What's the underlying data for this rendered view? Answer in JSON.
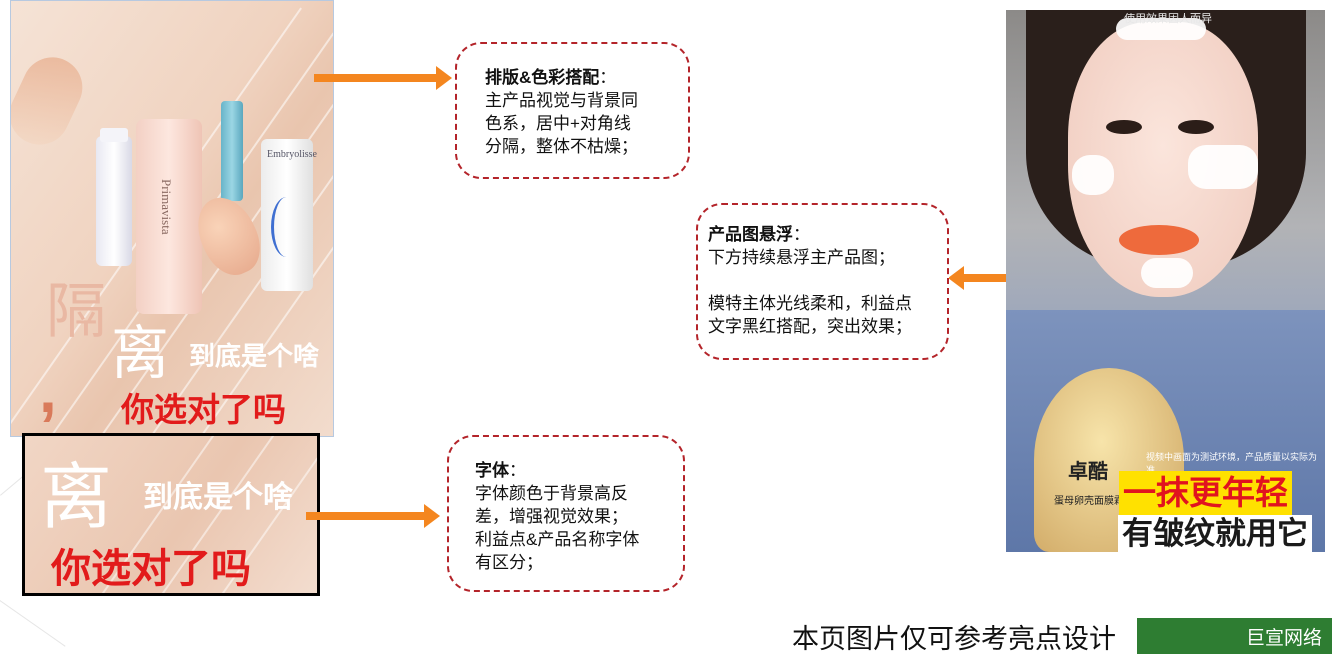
{
  "poster": {
    "char_ge": "隔",
    "char_li": "离",
    "quote_mark": ",",
    "line_small": "到底是个啥",
    "line_red": "你选对了吗",
    "bottle_primavista": "Primavista",
    "tube_brand": "Embryolisse"
  },
  "cropbox": {
    "char_li": "离",
    "line_small": "到底是个啥",
    "line_red": "你选对了吗"
  },
  "callouts": {
    "layout": {
      "title": "排版&色彩搭配",
      "colon": "：",
      "lines": [
        "主产品视觉与背景同",
        "色系，居中+对角线",
        "分隔，整体不枯燥；"
      ]
    },
    "float": {
      "title": "产品图悬浮",
      "colon": "：",
      "line1": "下方持续悬浮主产品图；",
      "line2": "模特主体光线柔和，利益点",
      "line3": "文字黑红搭配，突出效果；"
    },
    "font": {
      "title": "字体",
      "colon": "：",
      "lines": [
        "字体颜色于背景高反",
        "差，增强视觉效果；",
        "利益点&产品名称字体",
        "有区分；"
      ]
    }
  },
  "photo": {
    "watermark": "使用效果因人而异",
    "jar_brand": "卓酷",
    "jar_label": "蛋母卵壳面膜霜",
    "disclaimer": "视频中画面为测试环境，产品质量以实际为准",
    "line_red": "一抹更年轻",
    "line_white": "有皱纹就用它"
  },
  "footer": {
    "note": "本页图片仅可参考亮点设计",
    "brand": "巨宣网络"
  },
  "colors": {
    "arrow": "#f4861f",
    "callout_border": "#b4242a",
    "brand_bar": "#2e7d32",
    "accent_red": "#e21b1b"
  }
}
